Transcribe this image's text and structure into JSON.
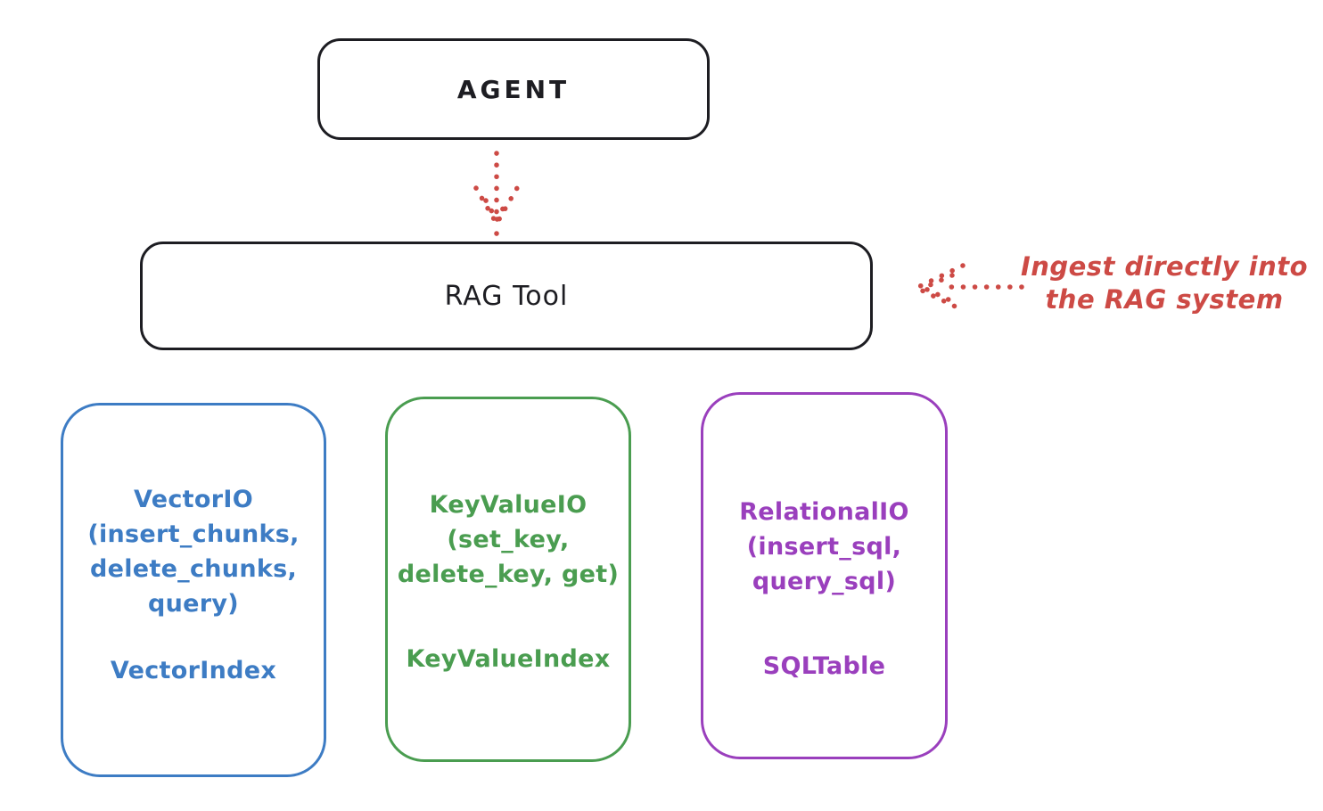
{
  "colors": {
    "ink": "#1d1d22",
    "red": "#cd4a45",
    "blue": "#3d7cc4",
    "green": "#4a9d50",
    "purple": "#9a3fbd",
    "bg": "#ffffff"
  },
  "nodes": {
    "agent": {
      "label": "AGENT"
    },
    "rag_tool": {
      "label": "RAG Tool"
    }
  },
  "annotation": {
    "line1": "Ingest directly into",
    "line2": "the RAG system"
  },
  "arrows": {
    "agent_to_rag": {
      "style": "dotted",
      "direction": "down",
      "color": "#cd4a45"
    },
    "ingest_to_rag": {
      "style": "dotted",
      "direction": "left",
      "color": "#cd4a45"
    }
  },
  "backends": [
    {
      "name": "VectorIO",
      "color": "#3d7cc4",
      "lines": [
        "VectorIO",
        "(insert_chunks,",
        "delete_chunks,",
        "query)"
      ],
      "index_label": "VectorIndex"
    },
    {
      "name": "KeyValueIO",
      "color": "#4a9d50",
      "lines": [
        "KeyValueIO",
        "(set_key,",
        "delete_key, get)"
      ],
      "index_label": "KeyValueIndex"
    },
    {
      "name": "RelationalIO",
      "color": "#9a3fbd",
      "lines": [
        "RelationalIO",
        "(insert_sql,",
        "query_sql)"
      ],
      "index_label": "SQLTable"
    }
  ]
}
